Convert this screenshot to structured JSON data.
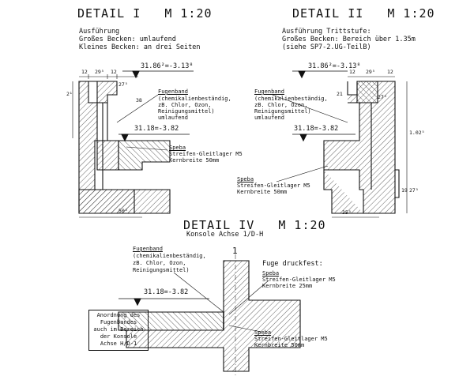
{
  "detail1": {
    "title": "DETAIL I   M 1:20",
    "notes": [
      "Ausführung",
      "Großes Becken: umlaufend",
      "Kleines Becken: an drei Seiten"
    ],
    "level_top": "31.86²=-3.13⁸",
    "level_mid": "31.18=-3.82",
    "fugenband_title": "Fugenband",
    "fugenband_lines": [
      "(chemikalienbeständig,",
      "zB. Chlor, Ozon,",
      "Reinigungsmittel)",
      "umlaufend"
    ],
    "speba_title": "Speba",
    "speba_lines": [
      "Streifen-Gleitlager M5",
      "Kernbreite 50mm"
    ],
    "dims": [
      "12",
      "29⁵",
      "12",
      "2¹",
      "27⁵",
      "38",
      "50⁵"
    ]
  },
  "detail2": {
    "title": "DETAIL II   M 1:20",
    "notes": [
      "Ausführung Trittstufe:",
      "Großes Becken: Bereich über 1.35m",
      "(siehe SP7-2.UG-TeilB)"
    ],
    "level_top": "31.86²=-3.13⁸",
    "level_mid": "31.18=-3.82",
    "fugenband_title": "Fugenband",
    "fugenband_lines": [
      "(chemikalienbeständig,",
      "zB. Chlor, Ozon,",
      "Reinigungsmittel)",
      "umlaufend"
    ],
    "speba_title": "Speba",
    "speba_lines": [
      "Streifen-Gleitlager M5",
      "Kernbreite 50mm"
    ],
    "dims": [
      "12",
      "29⁵",
      "12",
      "21",
      "27⁵",
      "1.02⁵",
      "19",
      "27⁵",
      "35⁵"
    ]
  },
  "detail4": {
    "title": "DETAIL IV   M 1:20",
    "subtitle": "Konsole Achse 1/D-H",
    "axis": "1",
    "fugenband_title": "Fugenband",
    "fugenband_lines": [
      "(chemikalienbeständig,",
      "zB. Chlor, Ozon,",
      "Reinigungsmittel)"
    ],
    "fuge": "Fuge druckfest:",
    "speba1_title": "Speba",
    "speba1_lines": [
      "Streifen-Gleitlager M5",
      "Kernbreite 25mm"
    ],
    "level": "31.18=-3.82",
    "box_lines": [
      "Anordnung des",
      "Fugenbandes",
      "auch im Bereich",
      "der Konsole",
      "Achse H/D-1"
    ],
    "speba2_title": "Speba",
    "speba2_lines": [
      "Streifen-Gleitlager M5",
      "Kernbreite 50mm"
    ]
  }
}
